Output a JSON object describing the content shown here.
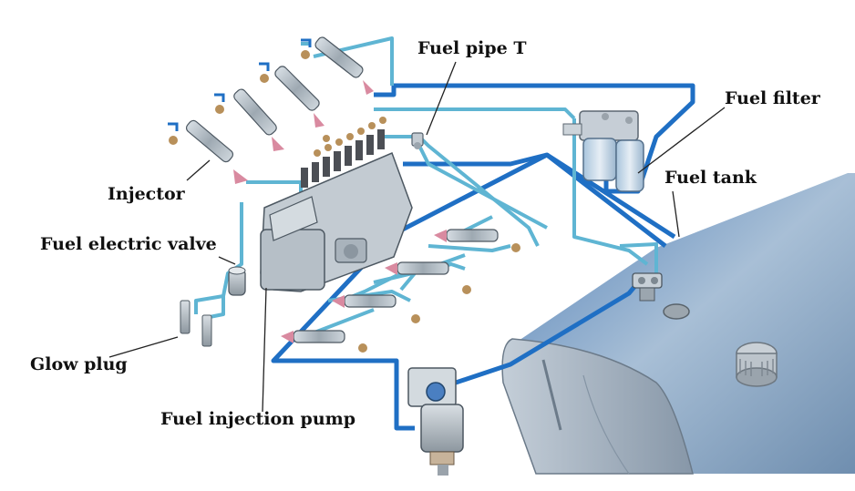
{
  "labels": {
    "fuel_pipe_t": "Fuel pipe T",
    "fuel_filter": "Fuel filter",
    "fuel_tank": "Fuel tank",
    "injector": "Injector",
    "fuel_electric_valve": "Fuel electric valve",
    "glow_plug": "Glow plug",
    "fuel_injection_pump": "Fuel injection pump"
  },
  "colors": {
    "pipe_dark": "#1f6fc4",
    "pipe_light": "#5fb5d3",
    "metal": "#b9c3cc",
    "tank": "#8fa6bd",
    "nozzle_pink": "#d98aa0",
    "bronze": "#b8905a"
  }
}
